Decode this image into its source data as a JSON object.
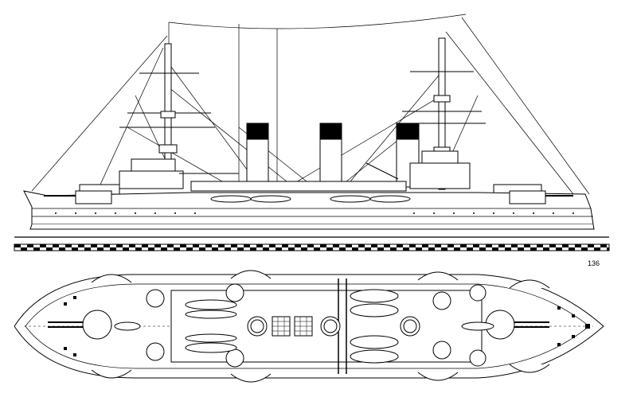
{
  "plate": {
    "number": "136"
  },
  "colors": {
    "ink": "#000000",
    "paper": "#ffffff",
    "deck_fill": "#ffffff"
  },
  "profile_view": {
    "funnels": 3,
    "masts": 2
  },
  "plan_view": {
    "funnels": 3,
    "main_turrets": 2,
    "boats": 10
  }
}
